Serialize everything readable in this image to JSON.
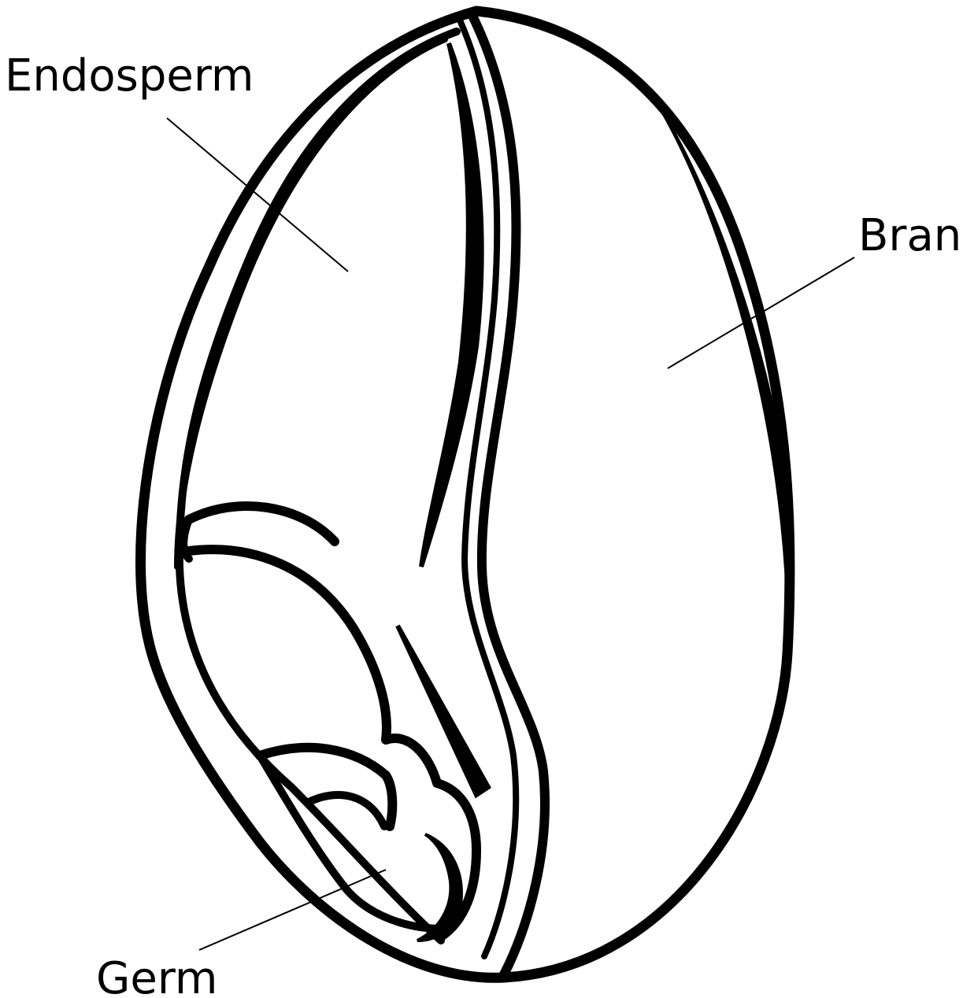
{
  "diagram": {
    "labels": {
      "endosperm": "Endosperm",
      "bran": "Bran",
      "germ": "Germ"
    },
    "colors": {
      "ink": "#000000",
      "background": "#ffffff"
    }
  }
}
